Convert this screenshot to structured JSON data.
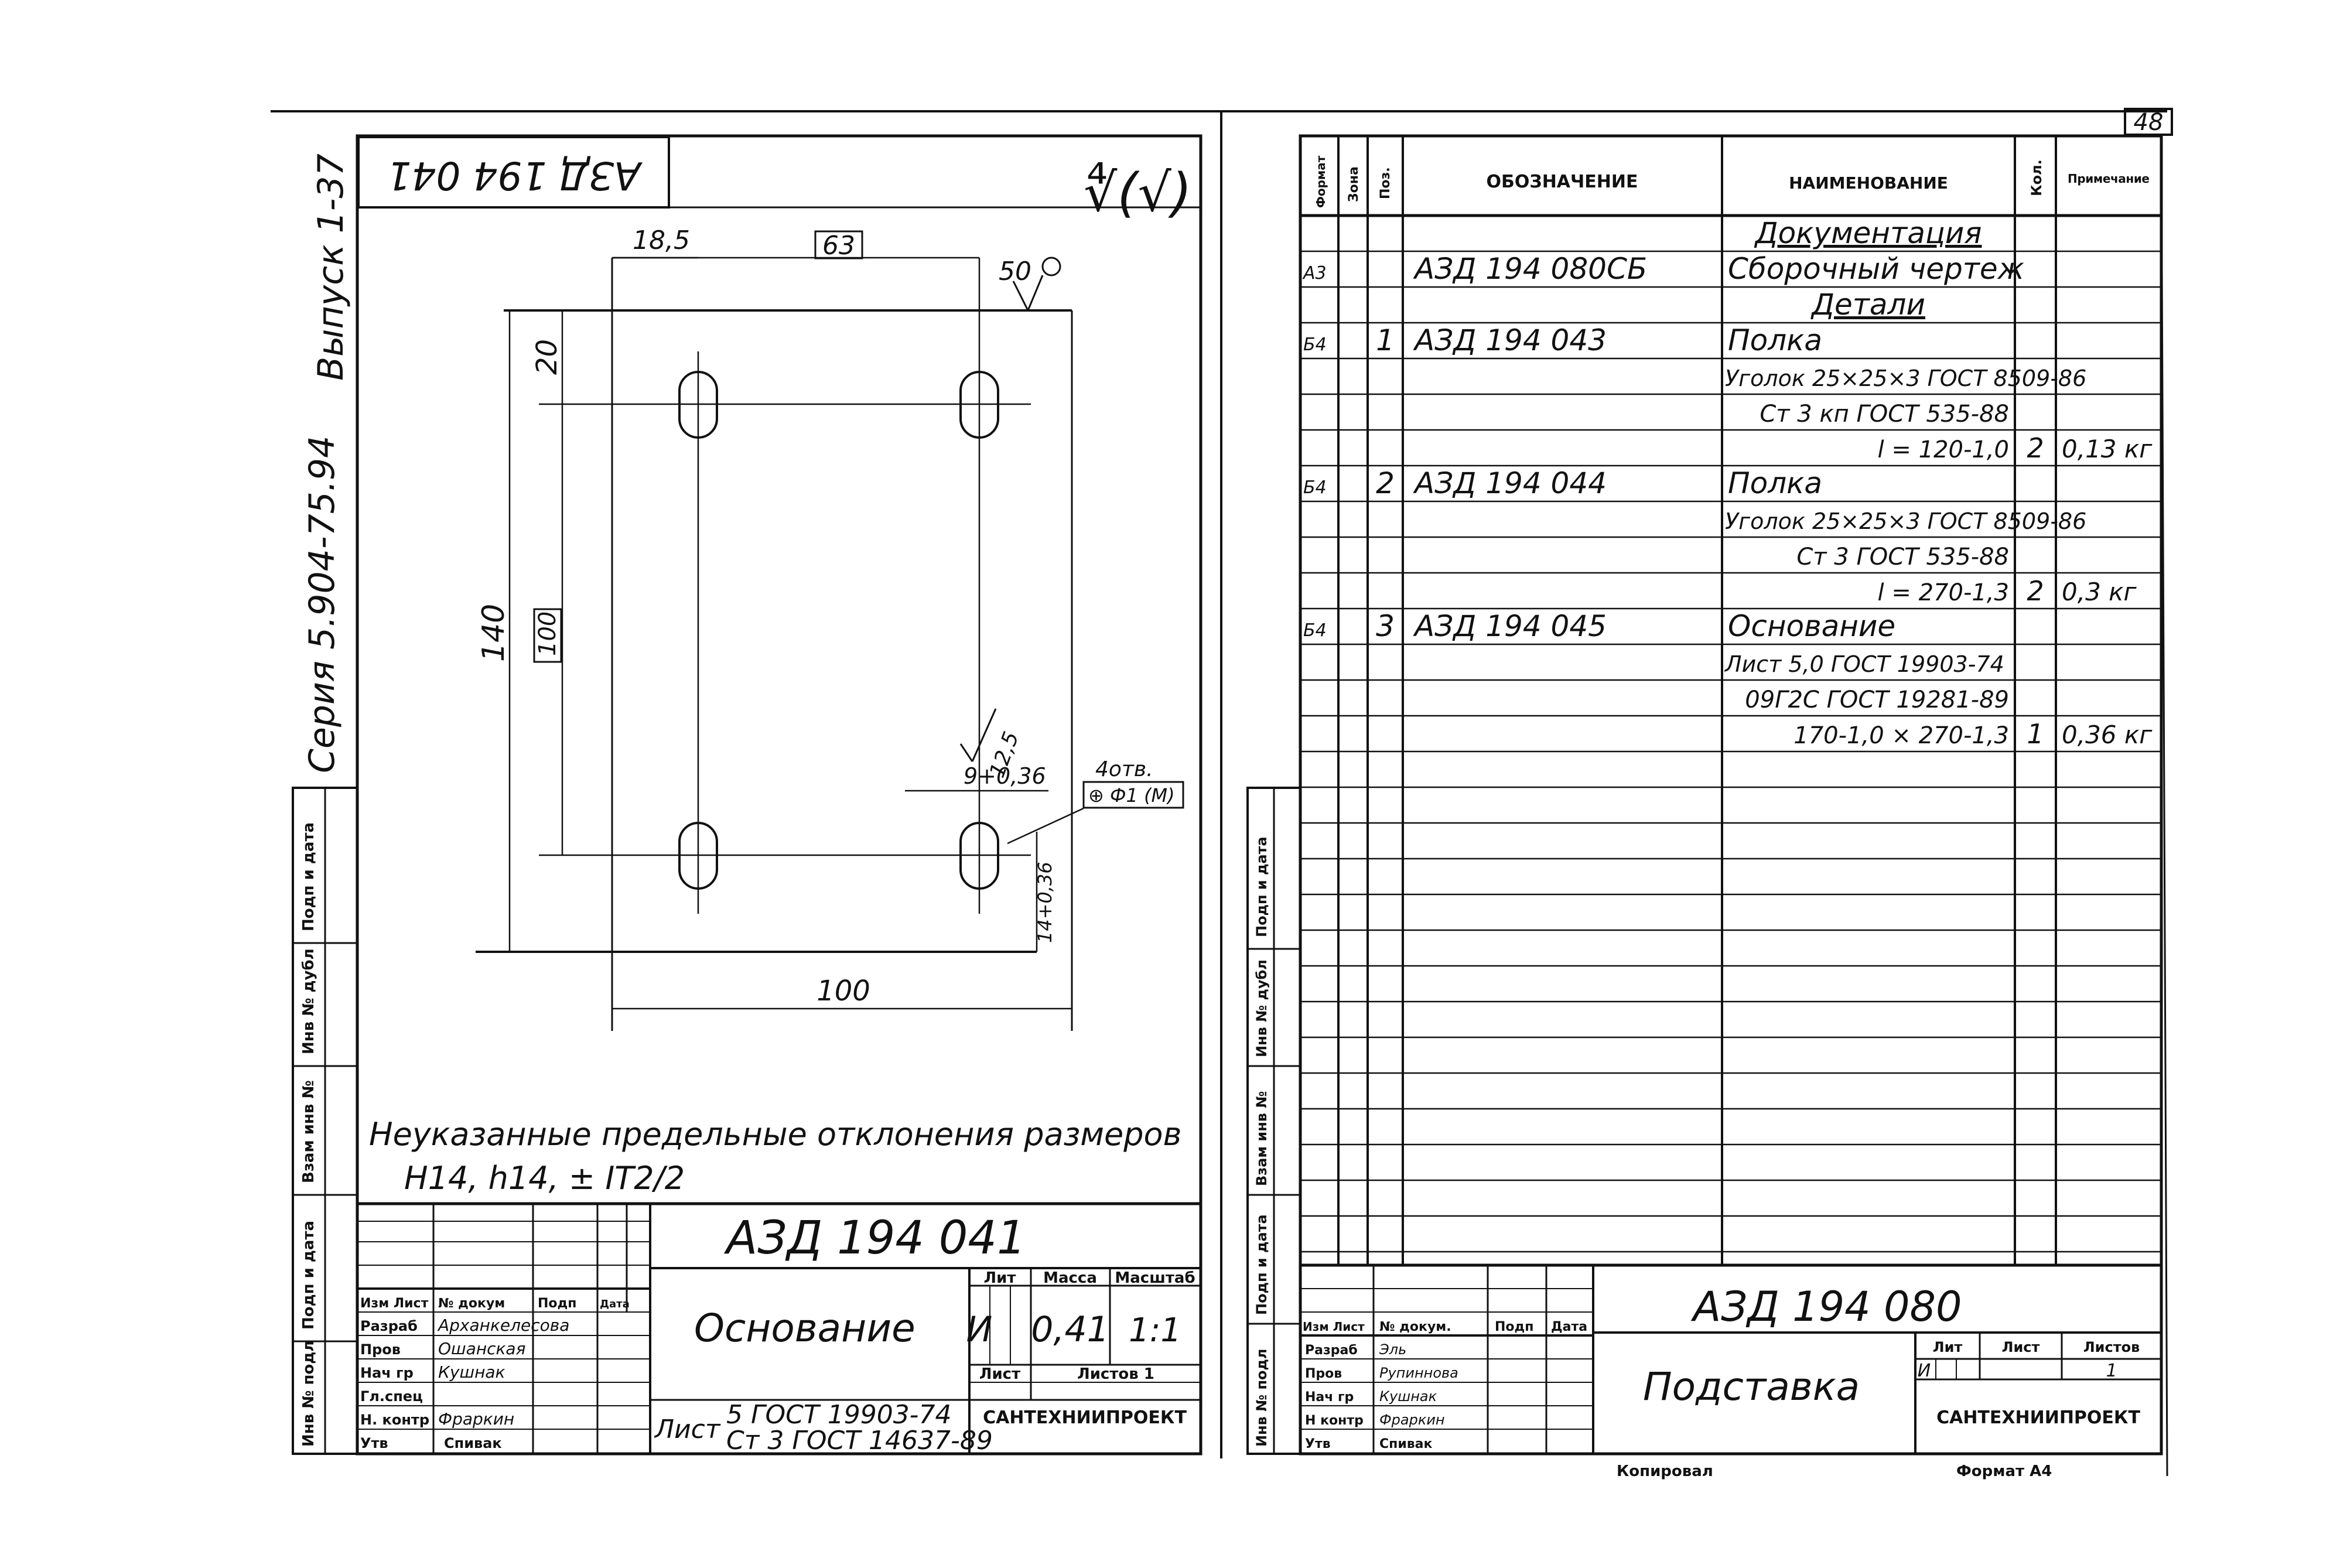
{
  "page_number": "48",
  "left_sheet": {
    "rotated_code": "АЗД 194 041",
    "series_label": "Серия 5.904-75.94",
    "issue_label": "Выпуск 1-37",
    "roughness_mark": "∜(√)",
    "dims": {
      "d185": "18,5",
      "d63": "63",
      "d50": "50",
      "d20": "20",
      "d140": "140",
      "d100v": "100",
      "d100h": "100",
      "d9": "9+0,36",
      "d125": "12,5",
      "d14": "14+0,36",
      "d4otv": "4отв.",
      "tolerance": "⊕ Ф1 (М)"
    },
    "note_line1": "Неуказанные предельные отклонения размеров",
    "note_line2": "H14, h14, ± IT2/2",
    "stamp": {
      "code": "АЗД 194 041",
      "name": "Основание",
      "material_prefix": "Лист",
      "material_line1": "5 ГОСТ 19903-74",
      "material_line2": "Ст 3 ГОСТ 14637-89",
      "headers": {
        "lit": "Лит",
        "mass": "Масса",
        "scale": "Масштаб",
        "sheet": "Лист",
        "sheets": "Листов 1"
      },
      "lit_value": "И",
      "mass_value": "0,41",
      "scale_value": "1:1",
      "org": "САНТЕХНИИПРОЕКТ",
      "rows": [
        {
          "role": "Изм Лист",
          "name": "№ докум",
          "sign": "Подп",
          "date": "Дата"
        },
        {
          "role": "Разраб",
          "name": "Арханкелесова",
          "sign": "",
          "date": ""
        },
        {
          "role": "Пров",
          "name": "Ошанская",
          "sign": "",
          "date": ""
        },
        {
          "role": "Нач гр",
          "name": "Кушнак",
          "sign": "",
          "date": ""
        },
        {
          "role": "Гл.спец",
          "name": "",
          "sign": "",
          "date": ""
        },
        {
          "role": "Н. контр",
          "name": "Фраркин",
          "sign": "",
          "date": ""
        },
        {
          "role": "Утв",
          "name": "Спивак",
          "sign": "",
          "date": ""
        }
      ]
    },
    "side_labels": [
      "Подп и дата",
      "Инв № дубл",
      "Взам инв №",
      "Подп и дата",
      "Инв № подл"
    ]
  },
  "right_sheet": {
    "headers": {
      "format": "Формат",
      "zone": "Зона",
      "pos": "Поз.",
      "designation": "ОБОЗНАЧЕНИЕ",
      "name": "НАИМЕНОВАНИЕ",
      "qty": "Кол.",
      "note": "Примечание"
    },
    "rows": [
      {
        "fmt": "",
        "pos": "",
        "des": "",
        "name": "Документация",
        "qty": "",
        "note": "",
        "style": "section"
      },
      {
        "fmt": "А3",
        "pos": "",
        "des": "АЗД 194 080СБ",
        "name": "Сборочный чертеж",
        "qty": "",
        "note": "",
        "style": "item"
      },
      {
        "fmt": "",
        "pos": "",
        "des": "",
        "name": "Детали",
        "qty": "",
        "note": "",
        "style": "section"
      },
      {
        "fmt": "Б4",
        "pos": "1",
        "des": "АЗД 194 043",
        "name": "Полка",
        "qty": "",
        "note": "",
        "style": "item"
      },
      {
        "fmt": "",
        "pos": "",
        "des": "",
        "name": "Уголок 25×25×3 ГОСТ 8509-86",
        "qty": "",
        "note": "",
        "style": "small"
      },
      {
        "fmt": "",
        "pos": "",
        "des": "",
        "name": "Ст 3 кп ГОСТ 535-88",
        "qty": "",
        "note": "",
        "style": "small-r"
      },
      {
        "fmt": "",
        "pos": "",
        "des": "",
        "name": "l = 120-1,0",
        "qty": "2",
        "note": "0,13 кг",
        "style": "small-r"
      },
      {
        "fmt": "Б4",
        "pos": "2",
        "des": "АЗД 194 044",
        "name": "Полка",
        "qty": "",
        "note": "",
        "style": "item"
      },
      {
        "fmt": "",
        "pos": "",
        "des": "",
        "name": "Уголок 25×25×3 ГОСТ 8509-86",
        "qty": "",
        "note": "",
        "style": "small"
      },
      {
        "fmt": "",
        "pos": "",
        "des": "",
        "name": "Ст 3 ГОСТ 535-88",
        "qty": "",
        "note": "",
        "style": "small-r"
      },
      {
        "fmt": "",
        "pos": "",
        "des": "",
        "name": "l = 270-1,3",
        "qty": "2",
        "note": "0,3 кг",
        "style": "small-r"
      },
      {
        "fmt": "Б4",
        "pos": "3",
        "des": "АЗД 194 045",
        "name": "Основание",
        "qty": "",
        "note": "",
        "style": "item"
      },
      {
        "fmt": "",
        "pos": "",
        "des": "",
        "name": "Лист 5,0 ГОСТ 19903-74",
        "qty": "",
        "note": "",
        "style": "small"
      },
      {
        "fmt": "",
        "pos": "",
        "des": "",
        "name": "09Г2С ГОСТ 19281-89",
        "qty": "",
        "note": "",
        "style": "small-r"
      },
      {
        "fmt": "",
        "pos": "",
        "des": "",
        "name": "170-1,0 × 270-1,3",
        "qty": "1",
        "note": "0,36 кг",
        "style": "small-r"
      }
    ],
    "stamp": {
      "code": "АЗД 194 080",
      "name": "Подставка",
      "headers": {
        "lit": "Лит",
        "sheet": "Лист",
        "sheets": "Листов"
      },
      "lit_value": "И",
      "sheets_value": "1",
      "org": "САНТЕХНИИПРОЕКТ",
      "rows": [
        {
          "role": "Изм Лист",
          "name": "№ докум.",
          "sign": "Подп",
          "date": "Дата"
        },
        {
          "role": "Разраб",
          "name": "Эль",
          "sign": "",
          "date": ""
        },
        {
          "role": "Пров",
          "name": "Рупиннова",
          "sign": "",
          "date": ""
        },
        {
          "role": "Нач гр",
          "name": "Кушнак",
          "sign": "",
          "date": ""
        },
        {
          "role": "Н контр",
          "name": "Фраркин",
          "sign": "",
          "date": ""
        },
        {
          "role": "Утв",
          "name": "Спивак",
          "sign": "",
          "date": ""
        }
      ]
    },
    "side_labels": [
      "Подп и дата",
      "Инв № дубл",
      "Взам инв №",
      "Подп и дата",
      "Инв № подл"
    ]
  },
  "footer": {
    "copied": "Копировал",
    "format": "Формат А4"
  }
}
